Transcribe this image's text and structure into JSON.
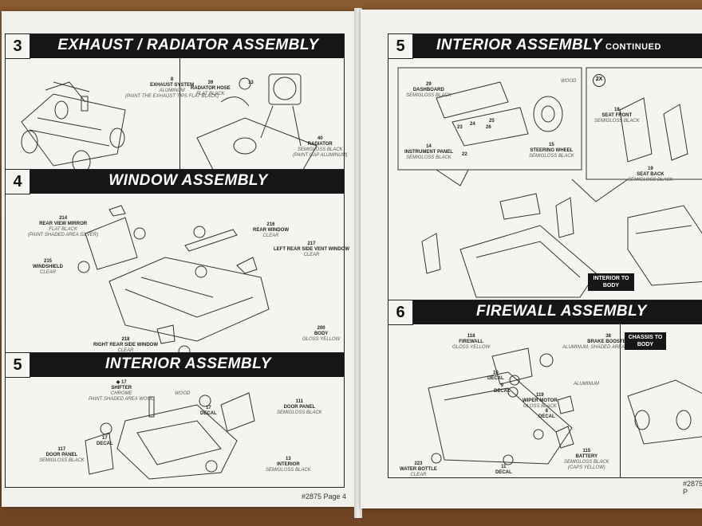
{
  "left_page": {
    "step3": {
      "number": "3",
      "title": "EXHAUST / RADIATOR ASSEMBLY",
      "labels": [
        {
          "num": "8",
          "name": "EXHAUST SYSTEM",
          "note": "ALUMINUM",
          "note2": "(PAINT THE EXHAUST TIPS FLAT BLACK)"
        },
        {
          "num": "39",
          "name": "RADIATOR HOSE",
          "note": "FLAT BLACK",
          "note2": ""
        },
        {
          "num": "13",
          "name": "",
          "note": "",
          "note2": ""
        },
        {
          "num": "40",
          "name": "RADIATOR",
          "note": "SEMIGLOSS BLACK",
          "note2": "(PAINT CAP ALUMINUM)"
        }
      ]
    },
    "step4": {
      "number": "4",
      "title": "WINDOW ASSEMBLY",
      "labels": [
        {
          "num": "214",
          "name": "REAR VIEW MIRROR",
          "note": "FLAT BLACK",
          "note2": "(PAINT SHADED AREA SILVER)"
        },
        {
          "num": "215",
          "name": "WINDSHIELD",
          "note": "CLEAR",
          "note2": ""
        },
        {
          "num": "216",
          "name": "REAR WINDOW",
          "note": "CLEAR",
          "note2": ""
        },
        {
          "num": "217",
          "name": "LEFT REAR SIDE VENT WINDOW",
          "note": "CLEAR",
          "note2": ""
        },
        {
          "num": "218",
          "name": "RIGHT REAR SIDE WINDOW",
          "note": "CLEAR",
          "note2": ""
        },
        {
          "num": "200",
          "name": "BODY",
          "note": "GLOSS YELLOW",
          "note2": ""
        }
      ]
    },
    "step5": {
      "number": "5",
      "title": "INTERIOR ASSEMBLY",
      "labels": [
        {
          "num": "◆ 17",
          "name": "SHIFTER",
          "note": "CHROME",
          "note2": "PAINT SHADED AREA WOOD"
        },
        {
          "num": "",
          "name": "",
          "note": "WOOD",
          "note2": ""
        },
        {
          "num": "17",
          "name": "DECAL",
          "note": "",
          "note2": ""
        },
        {
          "num": "17",
          "name": "DECAL",
          "note": "",
          "note2": ""
        },
        {
          "num": "111",
          "name": "DOOR PANEL",
          "note": "SEMIGLOSS BLACK",
          "note2": ""
        },
        {
          "num": "117",
          "name": "DOOR PANEL",
          "note": "SEMIGLOSS BLACK",
          "note2": ""
        },
        {
          "num": "13",
          "name": "INTERIOR",
          "note": "SEMIGLOSS BLACK",
          "note2": ""
        }
      ]
    },
    "page_label": "#2875 Page 4"
  },
  "right_page": {
    "step5c": {
      "number": "5",
      "title": "INTERIOR ASSEMBLY",
      "title_suffix": "CONTINUED",
      "labels": [
        {
          "num": "29",
          "name": "DASHBOARD",
          "note": "SEMIGLOSS BLACK",
          "note2": ""
        },
        {
          "num": "",
          "name": "",
          "note": "WOOD",
          "note2": ""
        },
        {
          "num": "23",
          "name": "",
          "note": "",
          "note2": ""
        },
        {
          "num": "24",
          "name": "",
          "note": "",
          "note2": ""
        },
        {
          "num": "25",
          "name": "",
          "note": "",
          "note2": ""
        },
        {
          "num": "26",
          "name": "",
          "note": "",
          "note2": ""
        },
        {
          "num": "22",
          "name": "",
          "note": "",
          "note2": ""
        },
        {
          "num": "14",
          "name": "INSTRUMENT PANEL",
          "note": "SEMIGLOSS BLACK",
          "note2": ""
        },
        {
          "num": "15",
          "name": "STEERING WHEEL",
          "note": "SEMIGLOSS BLACK",
          "note2": ""
        },
        {
          "num": "18",
          "name": "SEAT FRONT",
          "note": "SEMIGLOSS BLACK",
          "note2": ""
        },
        {
          "num": "19",
          "name": "SEAT BACK",
          "note": "SEMIGLOSS BLACK",
          "note2": ""
        }
      ],
      "multiplier": "2X",
      "callout": "INTERIOR TO BODY"
    },
    "step6": {
      "number": "6",
      "title": "FIREWALL ASSEMBLY",
      "labels": [
        {
          "num": "118",
          "name": "FIREWALL",
          "note": "GLOSS YELLOW",
          "note2": ""
        },
        {
          "num": "38",
          "name": "BRAKE BOOSTER",
          "note": "ALUMINUM, SHADED AREA FLAT BLACK",
          "note2": ""
        },
        {
          "num": "",
          "name": "",
          "note": "ALUMINUM",
          "note2": ""
        },
        {
          "num": "10",
          "name": "DECAL",
          "note": "",
          "note2": ""
        },
        {
          "num": "9",
          "name": "DECAL",
          "note": "",
          "note2": ""
        },
        {
          "num": "119",
          "name": "WIPER MOTOR",
          "note": "GLOSS BLACK",
          "note2": ""
        },
        {
          "num": "8",
          "name": "DECAL",
          "note": "",
          "note2": ""
        },
        {
          "num": "115",
          "name": "BATTERY",
          "note": "SEMIGLOSS BLACK",
          "note2": "(CAPS YELLOW)"
        },
        {
          "num": "223",
          "name": "WATER BOTTLE",
          "note": "CLEAR",
          "note2": ""
        },
        {
          "num": "11",
          "name": "DECAL",
          "note": "",
          "note2": ""
        }
      ],
      "callout": "CHASSIS TO BODY"
    },
    "page_label": "#2875 P"
  }
}
